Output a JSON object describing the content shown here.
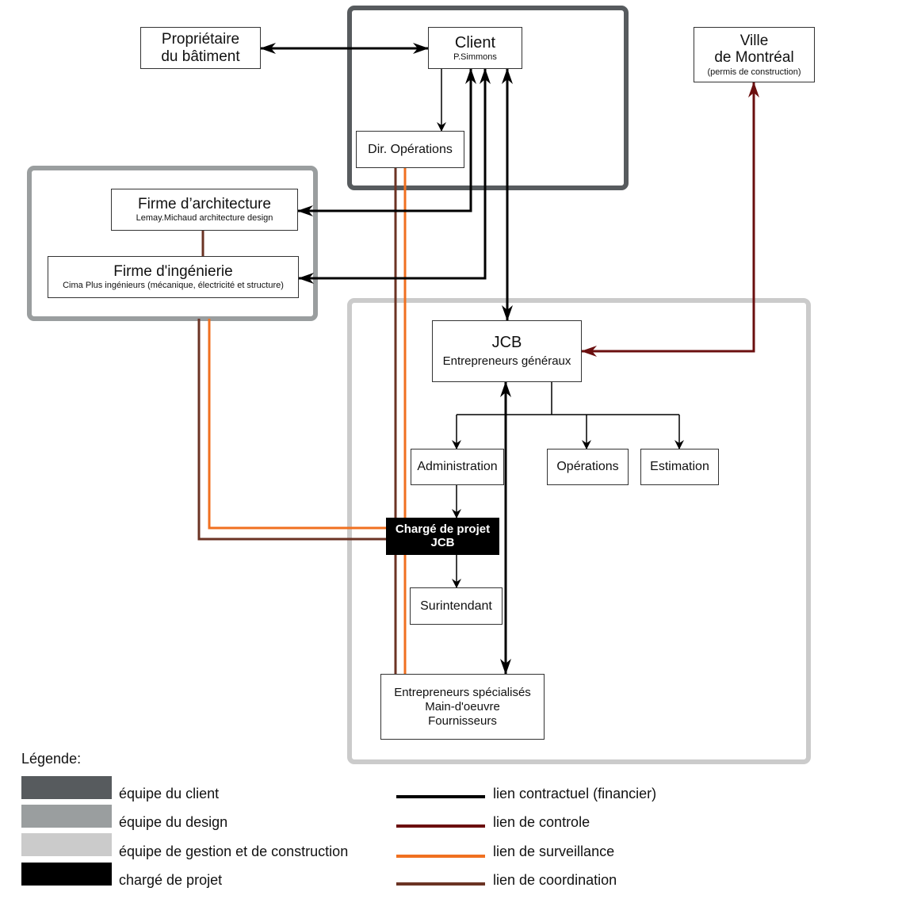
{
  "nodes": {
    "proprietaire": {
      "line1": "Propriétaire",
      "line2": "du bâtiment"
    },
    "client": {
      "title": "Client",
      "subtitle": "P.Simmons"
    },
    "ville": {
      "line1": "Ville",
      "line2": "de Montréal",
      "subtitle": "(permis de construction)"
    },
    "dir_operations": {
      "label": "Dir. Opérations"
    },
    "architecture": {
      "title": "Firme d’architecture",
      "subtitle": "Lemay.Michaud architecture design"
    },
    "ingenierie": {
      "title": "Firme d'ingénierie",
      "subtitle": "Cima Plus ingénieurs (mécanique, électricité et structure)"
    },
    "jcb": {
      "title": "JCB",
      "subtitle": "Entrepreneurs généraux"
    },
    "administration": {
      "label": "Administration"
    },
    "operations": {
      "label": "Opérations"
    },
    "estimation": {
      "label": "Estimation"
    },
    "charge_projet": {
      "line1": "Chargé de projet",
      "line2": "JCB"
    },
    "surintendant": {
      "label": "Surintendant"
    },
    "entrepreneurs": {
      "line1": "Entrepreneurs spécialisés",
      "line2": "Main-d'oeuvre",
      "line3": "Fournisseurs"
    }
  },
  "legend": {
    "title": "Légende:",
    "teams": [
      {
        "label": "équipe du client",
        "color": "#575b5e"
      },
      {
        "label": "équipe du design",
        "color": "#9a9e9f"
      },
      {
        "label": "équipe de gestion et de construction",
        "color": "#cbcbcb"
      },
      {
        "label": "chargé de projet",
        "color": "#000000"
      }
    ],
    "links": [
      {
        "label": "lien contractuel (financier)",
        "color": "#000000"
      },
      {
        "label": "lien de controle",
        "color": "#6b0f0f"
      },
      {
        "label": "lien de surveillance",
        "color": "#f07020"
      },
      {
        "label": "lien de coordination",
        "color": "#6b3324"
      }
    ]
  },
  "colors": {
    "client_team": "#575b5e",
    "design_team": "#9a9e9f",
    "construction_team": "#cbcbcb",
    "contractual": "#000000",
    "control": "#6b0f0f",
    "surveillance": "#f07020",
    "coordination": "#6b3324"
  }
}
